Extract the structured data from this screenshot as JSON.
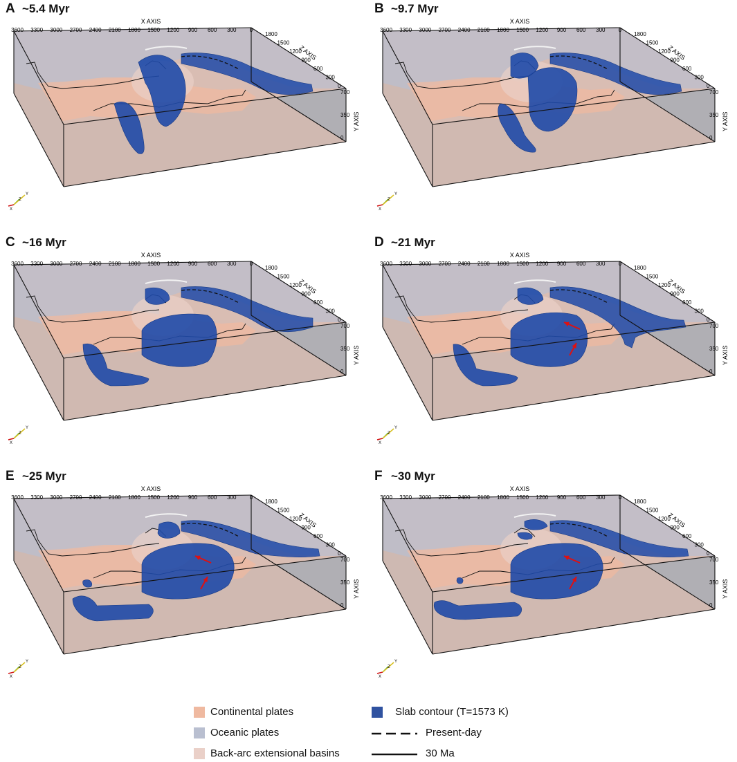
{
  "panels": [
    {
      "letter": "A",
      "age": "~5.4 Myr"
    },
    {
      "letter": "B",
      "age": "~9.7 Myr"
    },
    {
      "letter": "C",
      "age": "~16 Myr"
    },
    {
      "letter": "D",
      "age": "~21 Myr"
    },
    {
      "letter": "E",
      "age": "~25 Myr"
    },
    {
      "letter": "F",
      "age": "~30 Myr"
    }
  ],
  "axes": {
    "x_title": "X AXIS",
    "z_title": "Z AXIS",
    "y_title": "Y AXIS",
    "x_ticks": [
      "3600",
      "3300",
      "3000",
      "2700",
      "2400",
      "2100",
      "1800",
      "1500",
      "1200",
      "900",
      "600",
      "300",
      "0"
    ],
    "z_ticks": [
      "1800",
      "1500",
      "1200",
      "900",
      "600",
      "300",
      "0"
    ],
    "y_ticks": [
      "700",
      "350",
      "0"
    ],
    "orientation_labels": [
      "X",
      "Z",
      "Y"
    ]
  },
  "legend": {
    "continental": "Continental plates",
    "oceanic": "Oceanic plates",
    "backarc": "Back-arc extensional basins",
    "slab": "Slab contour (T=1573 K)",
    "present_day": "Present-day",
    "ma30": "30 Ma"
  },
  "colors": {
    "continental": "#efb9a0",
    "oceanic": "#b9bfd0",
    "backarc": "#ead0c8",
    "slab": "#1f4aa8",
    "arrow": "#e01010"
  }
}
